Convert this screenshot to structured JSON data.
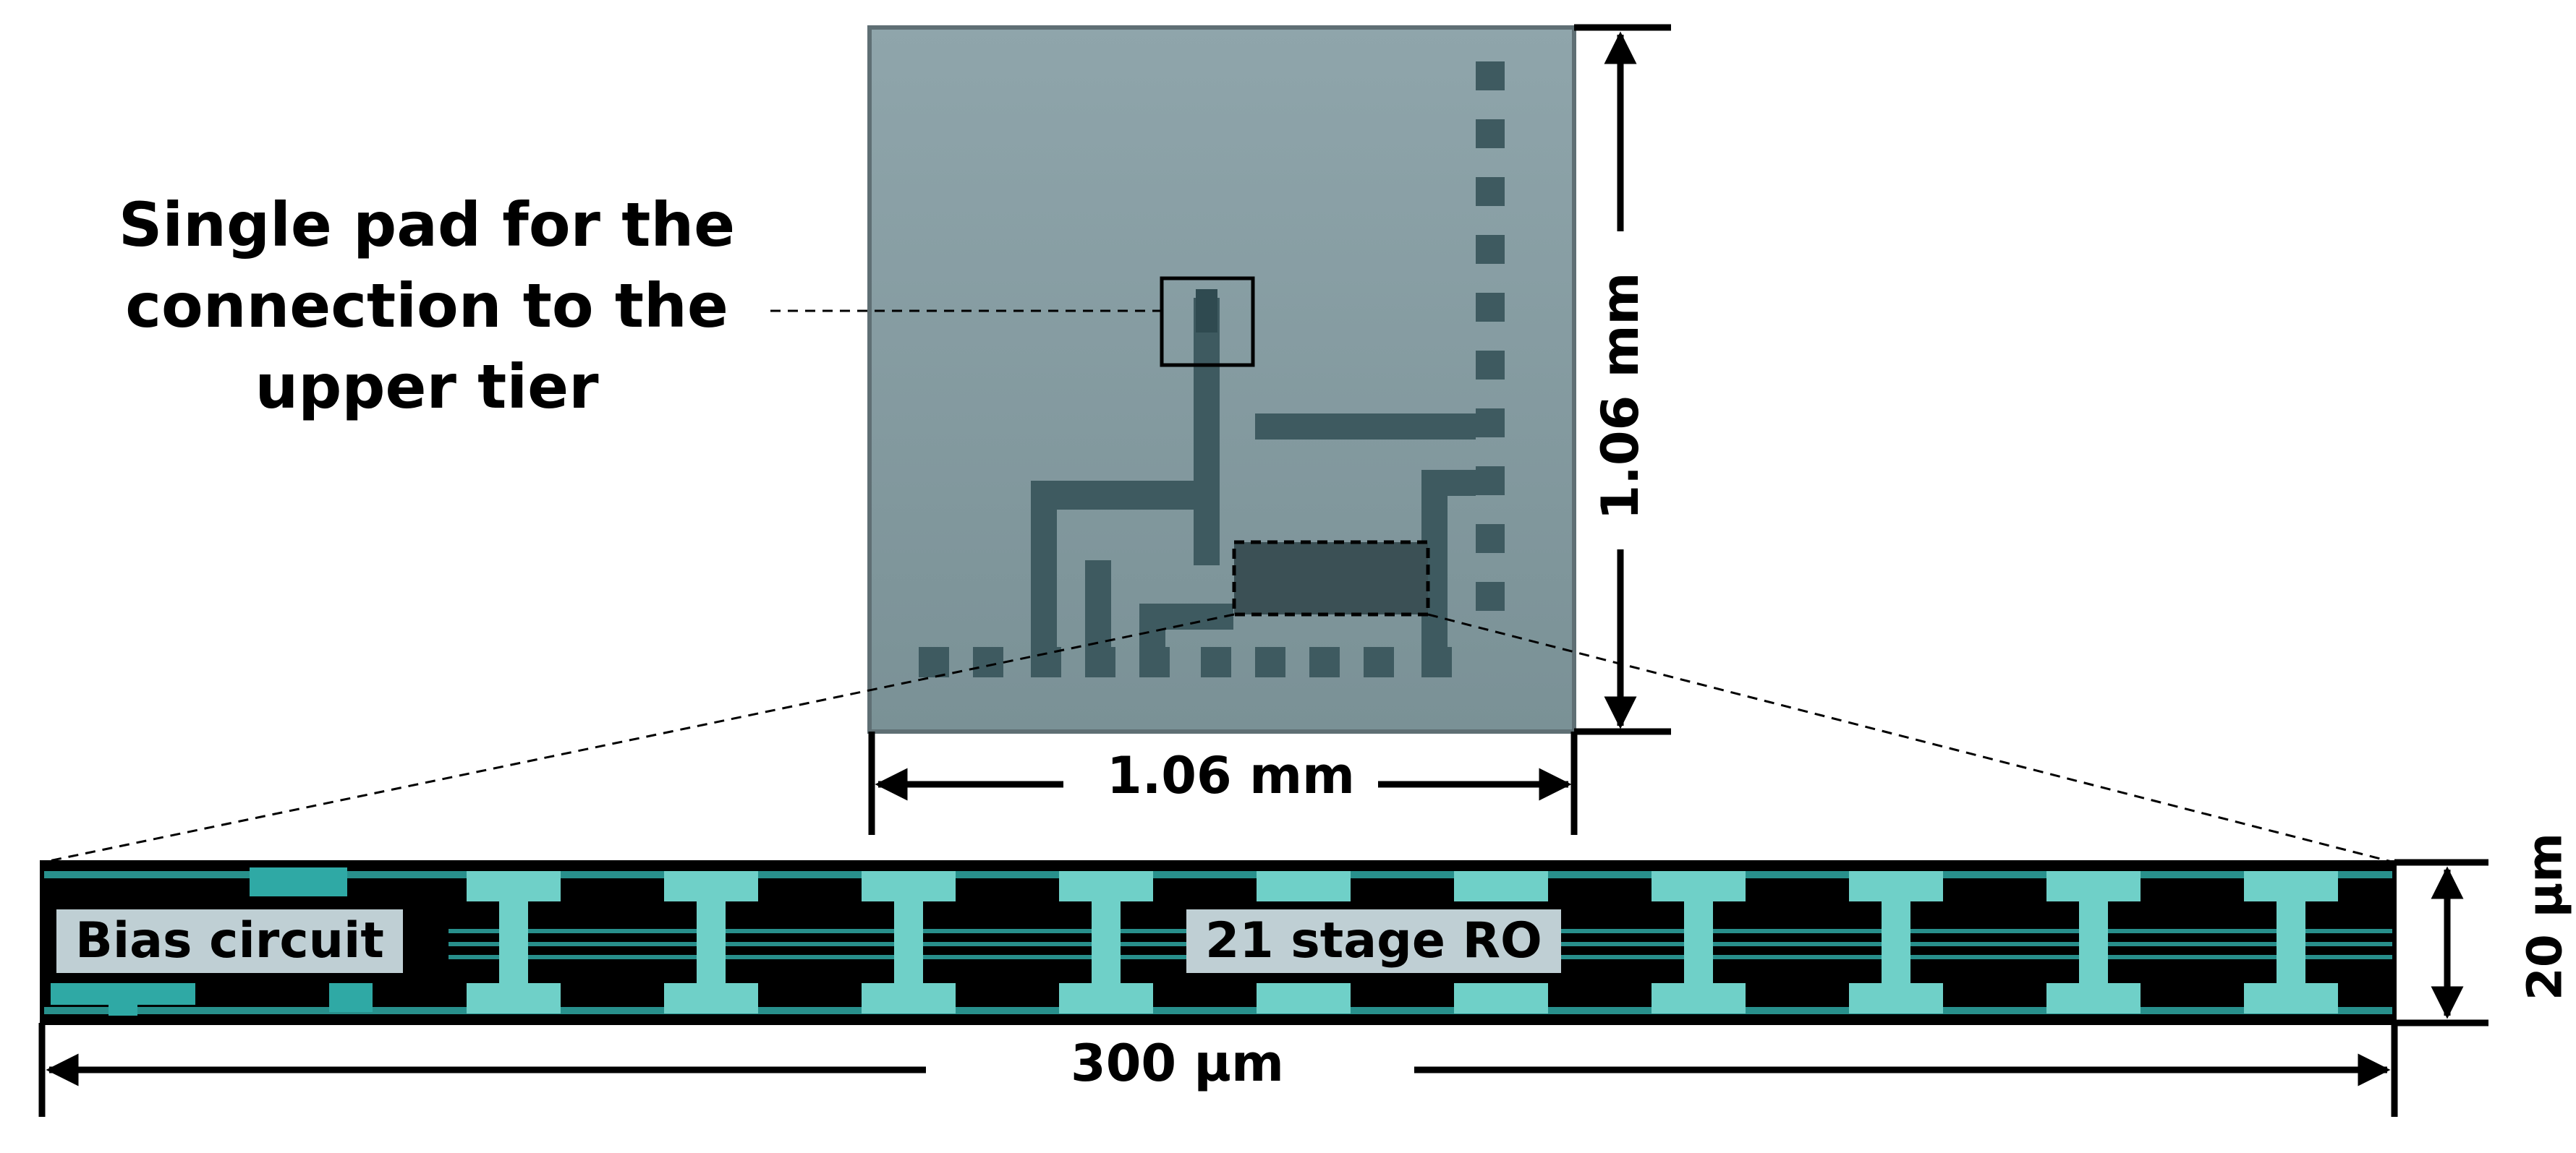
{
  "labels": {
    "callout": "Single pad for the connection to the upper tier",
    "die_width": "1.06 mm",
    "die_height": "1.06 mm",
    "layout_width": "300 µm",
    "layout_height": "20 µm",
    "bias_circuit": "Bias circuit",
    "ring_oscillator": "21 stage RO"
  },
  "colors": {
    "die_surface": "#8a9fa6",
    "pad": "#3e5a60",
    "layout_background": "#000000",
    "metal": "#2fa9a5",
    "cell_fill": "#6fd0c8",
    "label_box": "#bfcfd4"
  }
}
